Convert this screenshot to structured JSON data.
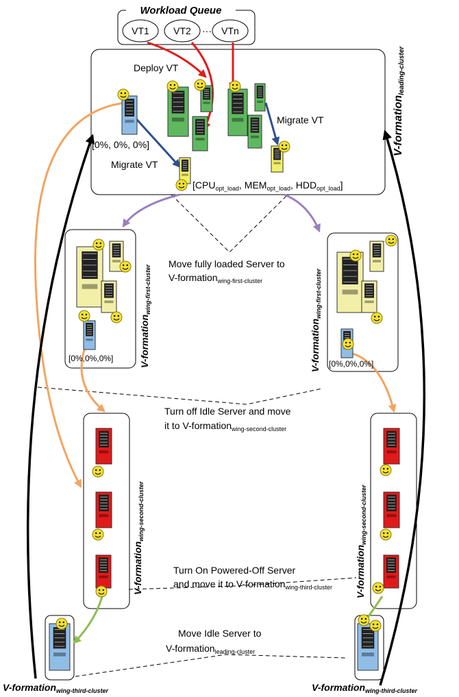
{
  "workload_queue": {
    "title": "Workload Queue",
    "tasks": [
      "VT1",
      "VT2",
      "VTn"
    ],
    "ellipsis": "···"
  },
  "leading_cluster": {
    "label_main": "V-formation",
    "label_sub": "leading-cluster",
    "deploy_label": "Deploy VT",
    "migrate_label_left": "Migrate VT",
    "migrate_label_right": "Migrate VT",
    "idle_load": "[0%, 0%, 0%]",
    "opt_load": {
      "open": "[",
      "cpu": "CPU",
      "cpu_sub": "opt_load",
      "mem": ", MEM",
      "mem_sub": "opt_load",
      "hdd": ", HDD",
      "hdd_sub": "opt_load",
      "close": "]"
    }
  },
  "wing_first": {
    "label_main": "V-formation",
    "label_sub": "wing-first-cluster",
    "idle_load_left": "[0%,0%,0%]",
    "idle_load_right": "[0%,0%,0%]"
  },
  "wing_second": {
    "label_main": "V-formation",
    "label_sub": "wing-second-cluster"
  },
  "wing_third": {
    "label_main": "V-formation",
    "label_sub": "wing-third-cluster"
  },
  "annotations": {
    "move_loaded_line1": "Move fully loaded Server to",
    "move_loaded_line2": "V-formation",
    "move_loaded_sub": "wing-first-cluster",
    "turn_off_line1": "Turn off Idle Server and move",
    "turn_off_line2": "it to V-formation",
    "turn_off_sub": "wing-second-cluster",
    "turn_on_line1": "Turn On Powered-Off Server",
    "turn_on_line2": "and move it to V-formation",
    "turn_on_sub": "wing-third-cluster",
    "move_idle_line1": "Move Idle Server  to",
    "move_idle_line2": "V-formation",
    "move_idle_sub": "leading-cluster"
  },
  "colors": {
    "arrow_red": "#e31b1b",
    "arrow_blue": "#2f4f8f",
    "arrow_purple": "#9b7fc0",
    "arrow_orange": "#f4a460",
    "arrow_green": "#8fbc50",
    "arrow_black": "#000000",
    "server_green": "#5fb85f",
    "server_blue": "#8fbde6",
    "server_yellow": "#f2f06a",
    "server_cream": "#f2efa8",
    "server_red": "#e01a1a",
    "smiley": "#f2e030"
  }
}
